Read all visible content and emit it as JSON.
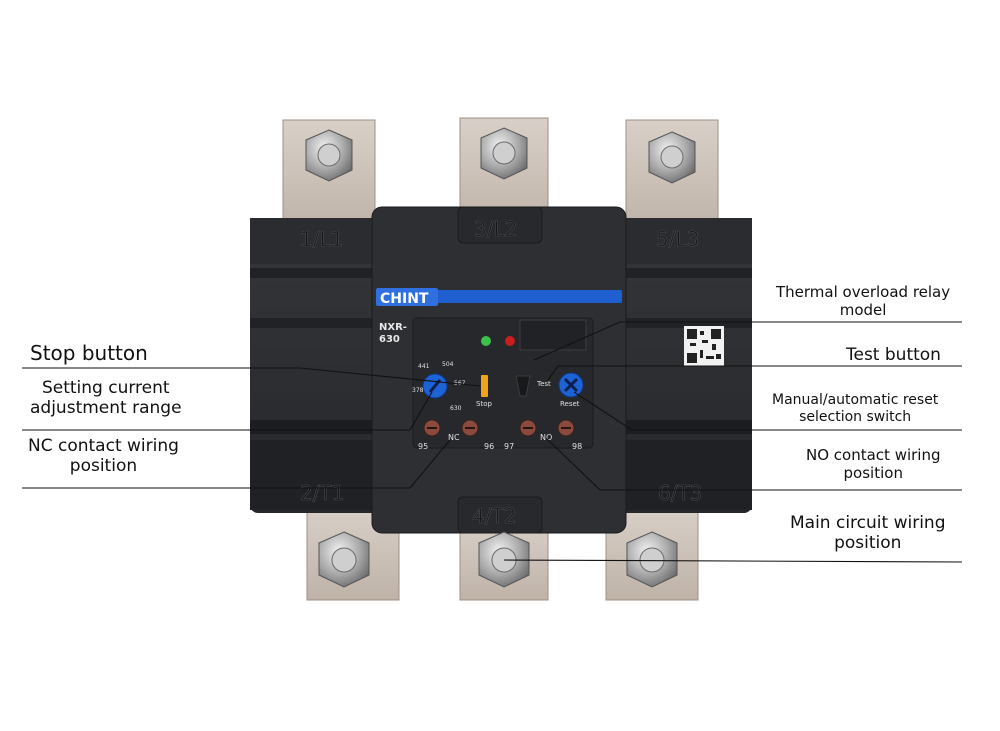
{
  "device": {
    "brand": "CHINT",
    "model_line1": "NXR-",
    "model_line2": "630",
    "terminals_top": [
      "1/L1",
      "3/L2",
      "5/L3"
    ],
    "terminals_bottom": [
      "2/T1",
      "4/T2",
      "6/T3"
    ],
    "stop_label": "Stop",
    "test_label": "Test",
    "reset_label": "Reset",
    "dial_marks": [
      "441",
      "504",
      "567",
      "378",
      "630"
    ],
    "contact_numbers": [
      "95",
      "96",
      "97",
      "98"
    ],
    "nc_label": "NC",
    "no_label": "NO",
    "colors": {
      "housing": "#2b2d30",
      "brand_blue": "#1f5fcf",
      "knob_blue": "#1e63d6",
      "stop_orange": "#f0a418",
      "busbar": "#c9bfb6",
      "led_green": "#3cc24a",
      "led_red": "#c81e1e"
    }
  },
  "callouts": {
    "stop_button": "Stop button",
    "setting_current_line1": "Setting current",
    "setting_current_line2": "adjustment range",
    "nc_contact_line1": "NC contact wiring",
    "nc_contact_line2": "position",
    "thermal_model_line1": "Thermal overload relay",
    "thermal_model_line2": "model",
    "test_button": "Test button",
    "manual_reset_line1": "Manual/automatic reset",
    "manual_reset_line2": "selection switch",
    "no_contact_line1": "NO contact wiring",
    "no_contact_line2": "position",
    "main_circuit_line1": "Main circuit wiring",
    "main_circuit_line2": "position"
  }
}
